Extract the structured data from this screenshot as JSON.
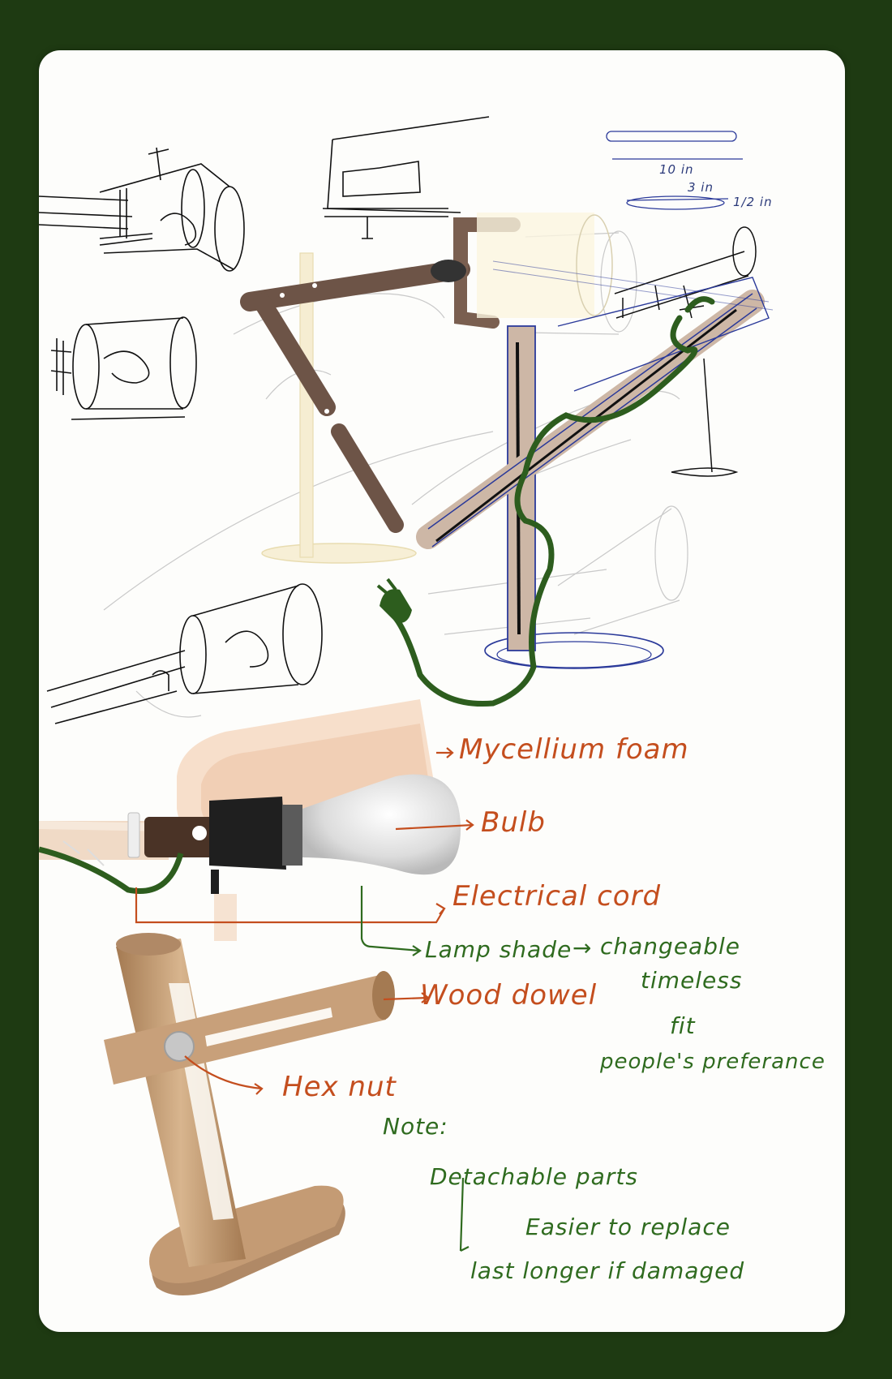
{
  "dimensions": {
    "rod_length": "10 in",
    "disk_diameter": "3 in",
    "disk_thickness": "1/2 in"
  },
  "labels": {
    "mycelium_foam": "Mycellium foam",
    "bulb": "Bulb",
    "electrical_cord": "Electrical cord",
    "lamp_shade": "Lamp shade",
    "changeable": "changeable",
    "timeless": "timeless",
    "fit": "fit",
    "peoples_preference": "people's preferance",
    "wood_dowel": "Wood dowel",
    "hex_nut": "Hex nut"
  },
  "notes": {
    "title": "Note:",
    "items": [
      "Detachable parts",
      "Easier to replace",
      "last longer if damaged"
    ]
  },
  "colors": {
    "background": "#1e3a12",
    "paper": "#fdfdfb",
    "annotation_orange": "#c44e1e",
    "annotation_green": "#2f6b1f",
    "cord_green": "#2d5d1e",
    "wood": "#c29b74",
    "sketch_blue": "#2b3a9a"
  }
}
